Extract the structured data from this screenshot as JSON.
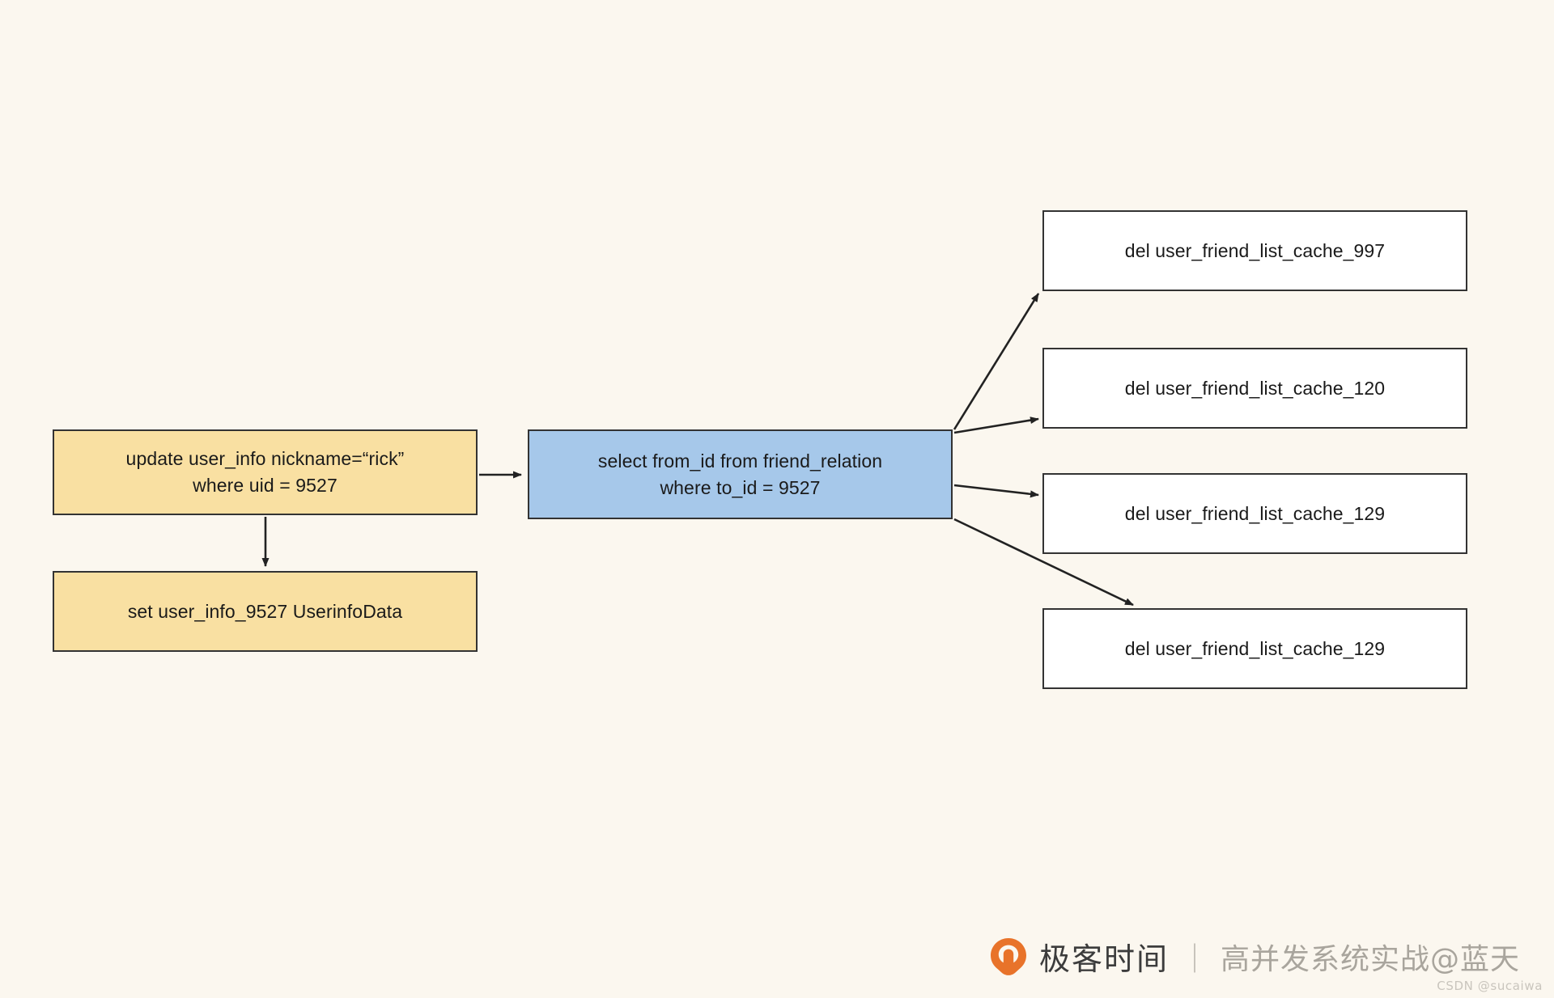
{
  "diagram": {
    "background_color": "#fbf7ef",
    "nodes": {
      "update_statement": {
        "label": "update user_info nickname=“rick”\nwhere uid = 9527",
        "fill": "#f9e0a2",
        "kind": "db-update"
      },
      "cache_set": {
        "label": "set user_info_9527  UserinfoData",
        "fill": "#f9e0a2",
        "kind": "cache-set"
      },
      "select_statement": {
        "label": "select from_id from friend_relation\nwhere to_id = 9527",
        "fill": "#a6c8ea",
        "kind": "db-select"
      },
      "delete_commands": [
        {
          "label": "del user_friend_list_cache_997",
          "fill": "#ffffff"
        },
        {
          "label": "del user_friend_list_cache_120",
          "fill": "#ffffff"
        },
        {
          "label": "del user_friend_list_cache_129",
          "fill": "#ffffff"
        },
        {
          "label": "del user_friend_list_cache_129",
          "fill": "#ffffff"
        }
      ]
    },
    "edges": [
      {
        "from": "update_statement",
        "to": "select_statement",
        "style": "solid-arrow"
      },
      {
        "from": "update_statement",
        "to": "cache_set",
        "style": "solid-arrow"
      },
      {
        "from": "select_statement",
        "to": "delete_commands.0",
        "style": "solid-arrow"
      },
      {
        "from": "select_statement",
        "to": "delete_commands.1",
        "style": "solid-arrow"
      },
      {
        "from": "select_statement",
        "to": "delete_commands.2",
        "style": "solid-arrow"
      },
      {
        "from": "select_statement",
        "to": "delete_commands.3",
        "style": "solid-arrow"
      }
    ]
  },
  "watermark": {
    "brand": "极客时间",
    "divider": "｜",
    "course": "高并发系统实战@蓝天",
    "logo_color": "#e8732a",
    "credit": "CSDN @sucaiwa"
  }
}
